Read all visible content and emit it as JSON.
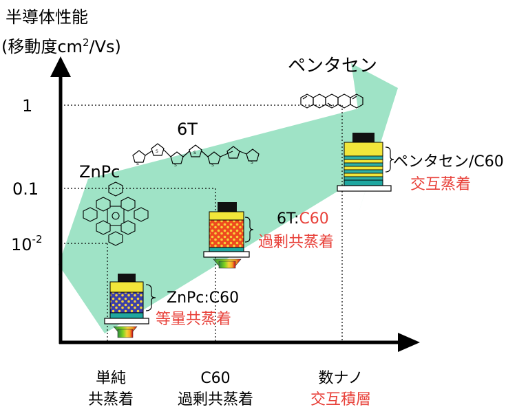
{
  "colors": {
    "arrow_fill": "#9fe3c6",
    "axis": "#000000",
    "accent_red": "#e8413a",
    "cap": "#111111",
    "electrode_yellow": "#f2e63a",
    "blend_blue": "#3b3fa8",
    "blend_red": "#ee4a1e",
    "dot_yellow": "#f5d23a",
    "layer_teal": "#1fa7a0",
    "substrate": "#ffffff"
  },
  "y_axis": {
    "title_line1": "半導体性能",
    "title_line2_prefix": "(移動度cm",
    "title_line2_sup": "2",
    "title_line2_suffix": "/Vs)",
    "tick_1": "1",
    "tick_01": "0.1",
    "tick_1e2_base": "10",
    "tick_1e2_sup": "-2"
  },
  "arrow_label": "ペンタセン",
  "materials": {
    "t6": "6T",
    "znpc": "ZnPc"
  },
  "devices": {
    "znpc": {
      "name": "ZnPc:C60",
      "method": "等量共蒸着"
    },
    "t6": {
      "name_prefix": "6T:",
      "name_red": "C60",
      "method": "過剰共蒸着"
    },
    "pentacene": {
      "name": "ペンタセン/C60",
      "method": "交互蒸着"
    }
  },
  "x_axis": {
    "cat1_line1": "単純",
    "cat1_line2": "共蒸着",
    "cat2_line1": "C60",
    "cat2_line2": "過剰共蒸着",
    "cat3_line1": "数ナノ",
    "cat3_line2": "交互積層"
  }
}
